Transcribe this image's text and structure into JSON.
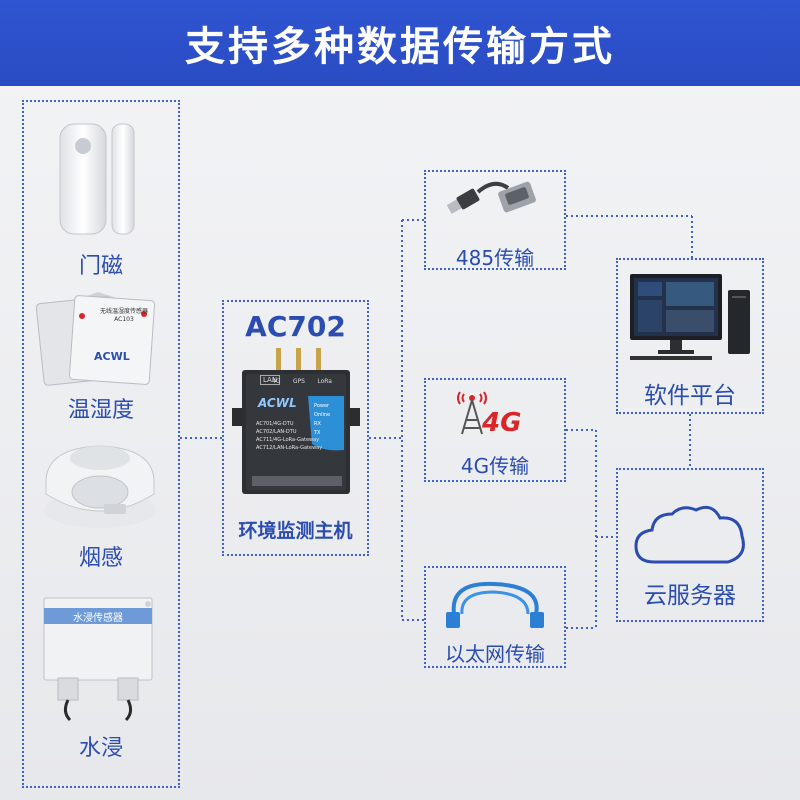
{
  "title": "支持多种数据传输方式",
  "sensors": [
    {
      "label": "门磁"
    },
    {
      "label": "温湿度"
    },
    {
      "label": "烟感"
    },
    {
      "label": "水浸"
    }
  ],
  "device_texts": {
    "sensor_brand": "ACWL",
    "sensor_model_line1": "无线温湿度传感器",
    "sensor_model_line2": "AC103",
    "water_sensor_name": "水浸传感器"
  },
  "host": {
    "model": "AC702",
    "name": "环境监测主机",
    "port_label": "LAN",
    "antennas": [
      "4G",
      "GPS",
      "LoRa"
    ],
    "brand": "ACWL",
    "lines": [
      "AC701/4G-DTU",
      "AC702/LAN-DTU",
      "AC711/4G-LoRa-Gateway",
      "AC712/LAN-LoRa-Gateway"
    ],
    "led_labels": [
      "Power",
      "Online",
      "RX",
      "TX"
    ]
  },
  "transmission": [
    {
      "label": "485传输"
    },
    {
      "label": "4G传输",
      "badge": "4G"
    },
    {
      "label": "以太网传输"
    }
  ],
  "platforms": [
    {
      "label": "软件平台"
    },
    {
      "label": "云服务器"
    }
  ],
  "colors": {
    "header": "#2f55d2",
    "accent": "#2b4cb0",
    "dotted_line": "#3f63c8",
    "red": "#d8262b"
  }
}
